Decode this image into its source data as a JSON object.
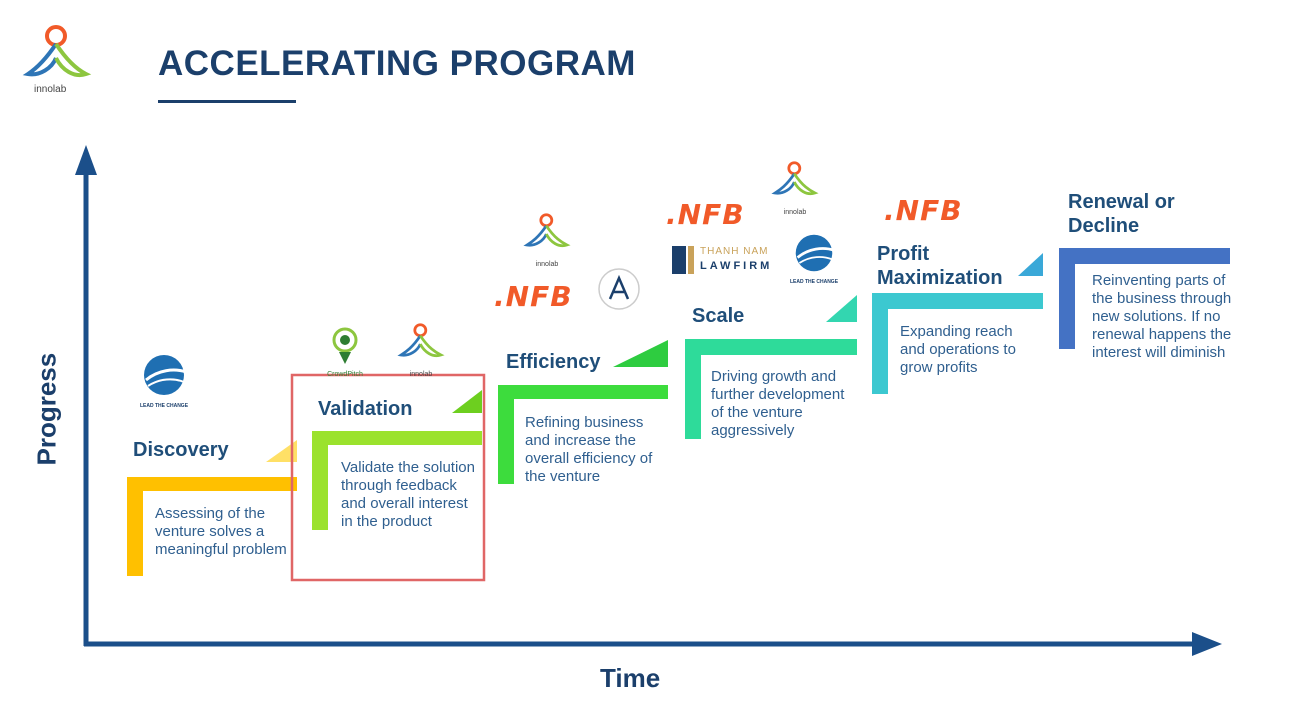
{
  "header": {
    "logo_text": "innolab",
    "title": "ACCELERATING PROGRAM"
  },
  "axes": {
    "y_label": "Progress",
    "x_label": "Time"
  },
  "stages": [
    {
      "title": "Discovery",
      "description": "Assessing of the venture solves a meaningful problem",
      "color": "#ffc000"
    },
    {
      "title": "Validation",
      "description": "Validate the solution through feedback and overall interest in the product",
      "color": "#92d050"
    },
    {
      "title": "Efficiency",
      "description": "Refining business and increase the overall efficiency of the venture",
      "color": "#2ecc40"
    },
    {
      "title": "Scale",
      "description": "Driving growth and further development of the venture aggressively",
      "color": "#2ecc8a"
    },
    {
      "title": "Profit Maximization",
      "description": "Expanding reach and operations to grow profits",
      "color": "#33c6cc"
    },
    {
      "title": "Renewal or Decline",
      "description": "Reinventing parts of the business through new solutions. If no renewal happens the interest will diminish",
      "color": "#4472c4"
    }
  ],
  "partners": {
    "lead_the_change": "LEAD THE CHANGE",
    "crowdpitch": "CrowdPitch",
    "innolab": "innolab",
    "nfb": ".NFB",
    "thanhnam_1": "THANH NAM",
    "thanhnam_2": "LAWFIRM"
  },
  "colors": {
    "axis": "#1b4f8a",
    "title": "#1b3f6b",
    "highlight_border": "#e06666"
  }
}
